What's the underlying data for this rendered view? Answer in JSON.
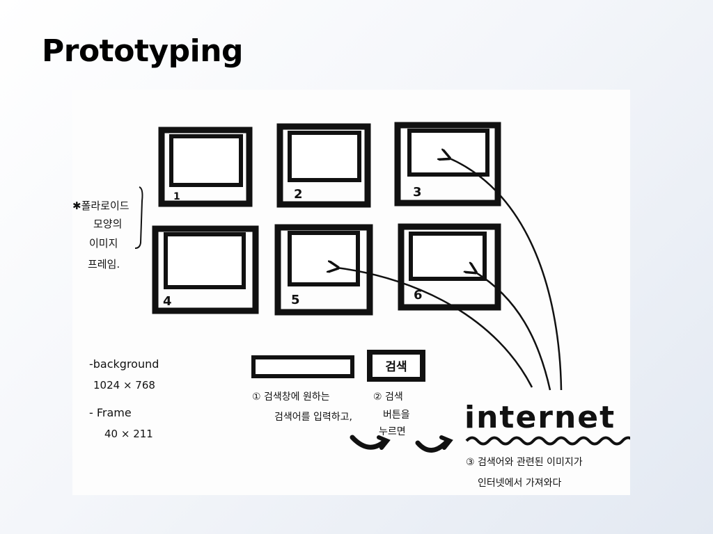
{
  "slide": {
    "title": "Prototyping"
  },
  "sketch": {
    "frame_labels": [
      "1",
      "2",
      "3",
      "4",
      "5",
      "6"
    ],
    "note_polaroid": [
      "✱폴라로이드",
      "모양의",
      "이미지",
      "프레임."
    ],
    "note_specs": [
      "-background",
      "1024 × 768",
      "- Frame",
      "40 × 211"
    ],
    "search_button_label": "검색",
    "step1": [
      "① 검색창에 원하는",
      "검색어를 입력하고,"
    ],
    "step2": [
      "② 검색",
      "버튼을",
      "누르면"
    ],
    "internet_label": "internet",
    "step3": [
      "③ 검색어와 관련된 이미지가",
      "인터넷에서   가져와다"
    ]
  }
}
